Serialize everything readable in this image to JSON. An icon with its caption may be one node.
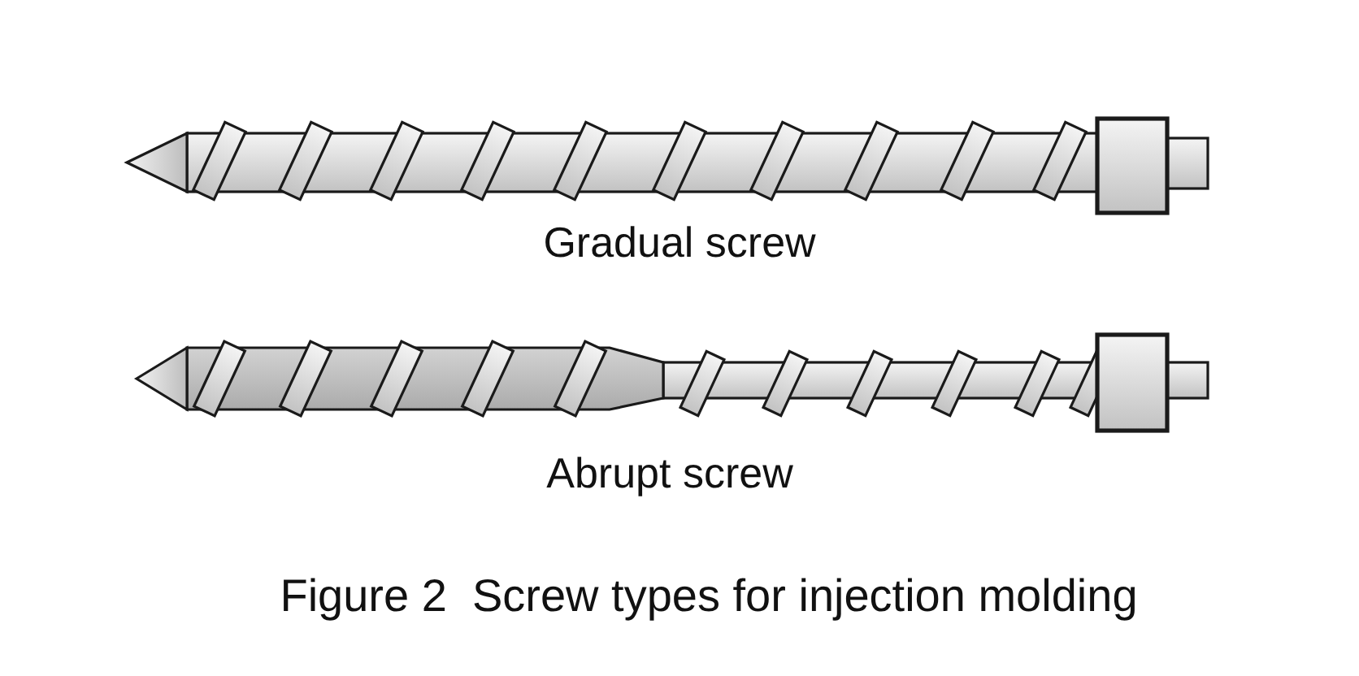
{
  "diagram": {
    "caption": "Figure 2  Screw types for injection molding",
    "labels": [
      "Gradual screw",
      "Abrupt screw"
    ]
  }
}
